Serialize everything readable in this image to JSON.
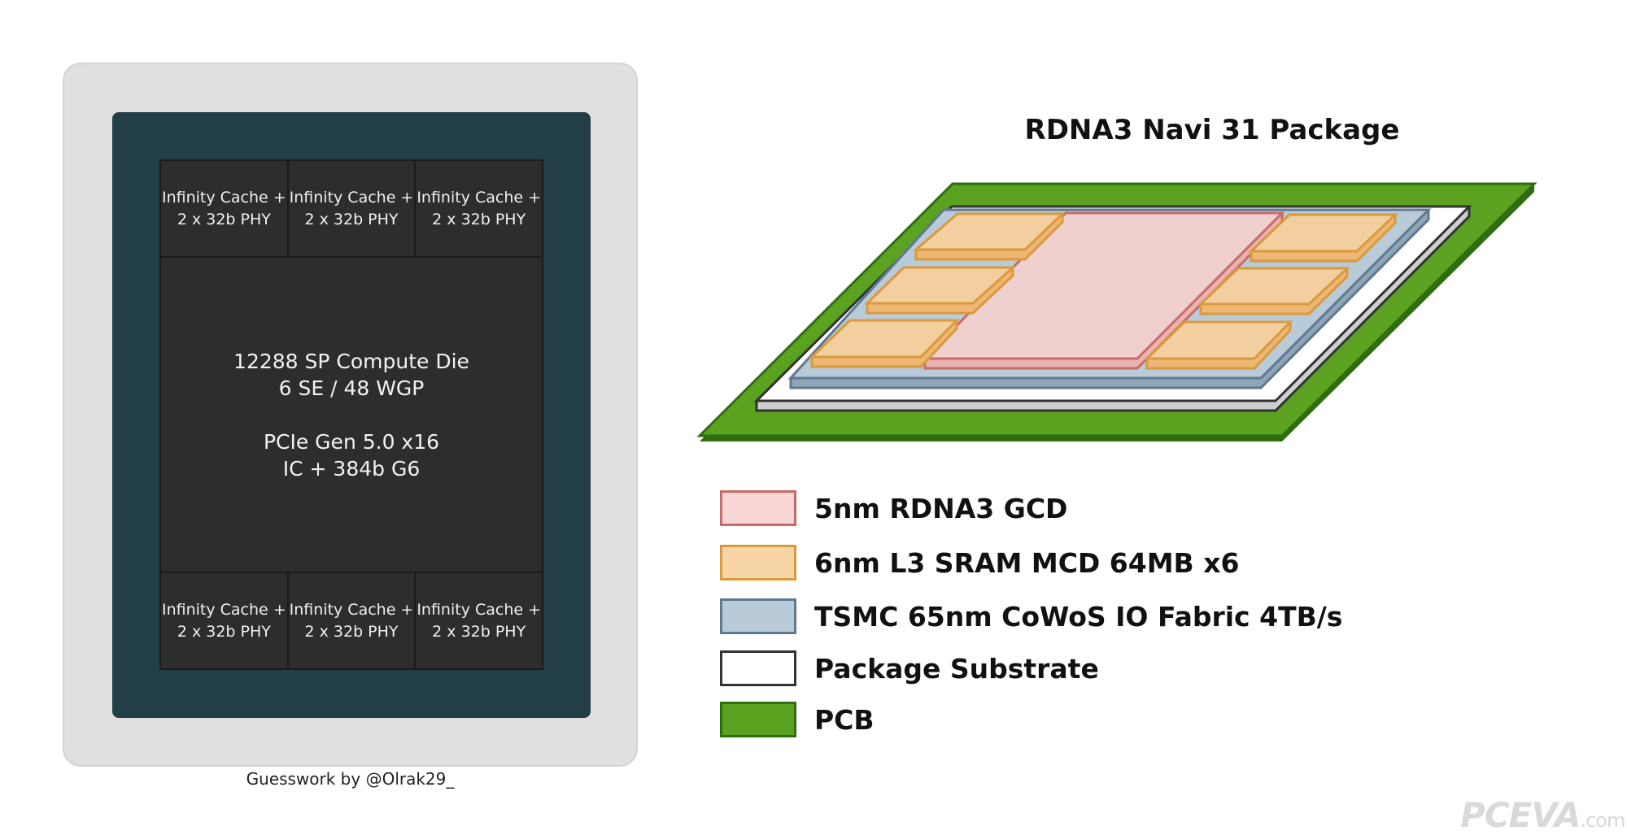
{
  "die_diagram": {
    "cache_label_line1": "Infinity Cache +",
    "cache_label_line2": "2 x 32b PHY",
    "compute": {
      "line1": "12288 SP Compute Die",
      "line2": "6 SE / 48 WGP",
      "line3": "PCIe Gen 5.0 x16",
      "line4": "IC + 384b G6"
    },
    "credit": "Guesswork by @Olrak29_"
  },
  "package_diagram": {
    "title": "RDNA3 Navi 31 Package",
    "legend": [
      {
        "label": "5nm RDNA3 GCD",
        "fill": "#f8d6d6",
        "stroke": "#c86b68"
      },
      {
        "label": "6nm L3 SRAM MCD 64MB x6",
        "fill": "#f7d5a6",
        "stroke": "#d99a3c"
      },
      {
        "label": "TSMC 65nm CoWoS IO Fabric 4TB/s",
        "fill": "#b9cad8",
        "stroke": "#5e7990"
      },
      {
        "label": "Package Substrate",
        "fill": "#ffffff",
        "stroke": "#333333"
      },
      {
        "label": "PCB",
        "fill": "#5aa21f",
        "stroke": "#2f6d10"
      }
    ]
  },
  "watermark": {
    "brand": "PCEVA",
    "domain": ".com.cn"
  }
}
